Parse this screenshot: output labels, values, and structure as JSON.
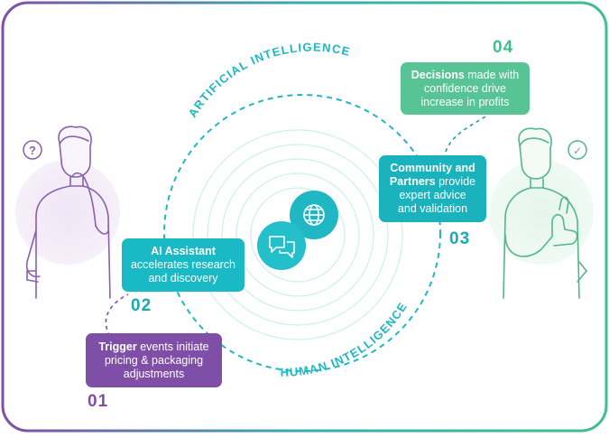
{
  "colors": {
    "purple": "#7f4fa8",
    "teal": "#1fb7c4",
    "green": "#3fbf8a",
    "light_green": "#58c496",
    "person_purple": "#8a5fb0",
    "person_green": "#52b78b"
  },
  "arc_labels": {
    "top": "ARTIFICIAL INTELLIGENCE",
    "bottom": "HUMAN INTELLIGENCE"
  },
  "steps": [
    {
      "number": "01",
      "bold": "Trigger",
      "line1_rest": " events initiate",
      "line2": "pricing & packaging",
      "line3": "adjustments"
    },
    {
      "number": "02",
      "bold": "AI Assistant",
      "line1_rest": "",
      "line2": "accelerates research",
      "line3": "and discovery"
    },
    {
      "number": "03",
      "bold": "Community and",
      "bold2": "Partners",
      "line2_rest": " provide",
      "line3": "expert advice",
      "line4": "and validation"
    },
    {
      "number": "04",
      "bold": "Decisions",
      "line1_rest": " made with",
      "line2": "confidence drive",
      "line3": "increase in profits"
    }
  ],
  "person_left": {
    "badge": "?",
    "badge_icon": "question-mark-icon"
  },
  "person_right": {
    "badge": "✓",
    "badge_icon": "checkmark-icon"
  },
  "center_icons": [
    "globe-icon",
    "chat-bubbles-icon"
  ]
}
